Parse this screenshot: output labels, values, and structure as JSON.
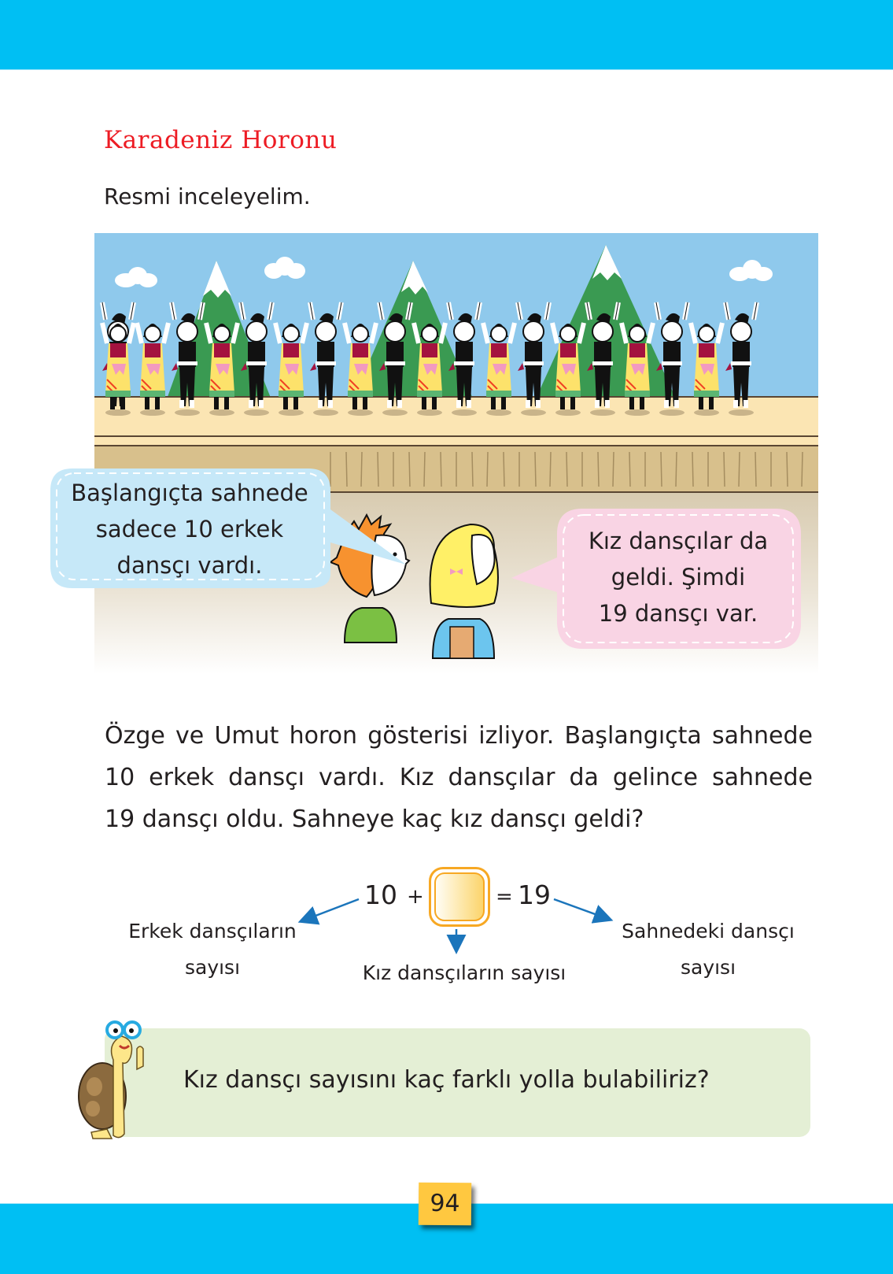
{
  "page": {
    "title": "Karadeniz Horonu",
    "instruction": "Resmi inceleyelim.",
    "page_number": "94"
  },
  "colors": {
    "band": "#00bff3",
    "title": "#ed1c24",
    "bubble_blue": "#c6e8f8",
    "bubble_pink": "#f9d4e4",
    "tip_bg": "#e4efd5",
    "answer_box_border": "#f7a823",
    "arrow": "#1b75bb",
    "page_number_bg": "#ffc840"
  },
  "illustration": {
    "description": "Stage with Black Sea horon dancers in front of green snow-capped mountains; two children watching",
    "dancer_count": 19,
    "male_dancers": 10,
    "female_dancers": 9,
    "speech_bubbles": [
      {
        "speaker": "Umut",
        "lines": [
          "Başlangıçta sahnede",
          "sadece 10 erkek",
          "dansçı vardı."
        ]
      },
      {
        "speaker": "Özge",
        "lines": [
          "Kız dansçılar da",
          "geldi. Şimdi",
          "19 dansçı var."
        ]
      }
    ]
  },
  "problem": {
    "lines": [
      "Özge ve Umut horon gösterisi izliyor. Başlangıçta sahnede",
      "10 erkek dansçı vardı. Kız dansçılar da gelince sahnede",
      "19 dansçı oldu. Sahneye kaç kız dansçı geldi?"
    ]
  },
  "equation": {
    "left_operand": "10",
    "plus": "+",
    "blank": "",
    "equals": "=",
    "result": "19",
    "labels": {
      "left": [
        "Erkek dansçıların",
        "sayısı"
      ],
      "middle": "Kız dansçıların sayısı",
      "right": [
        "Sahnedeki dansçı",
        "sayısı"
      ]
    }
  },
  "tip": {
    "mascot": "turtle-with-glasses",
    "question": "Kız dansçı sayısını kaç farklı yolla bulabiliriz?"
  }
}
